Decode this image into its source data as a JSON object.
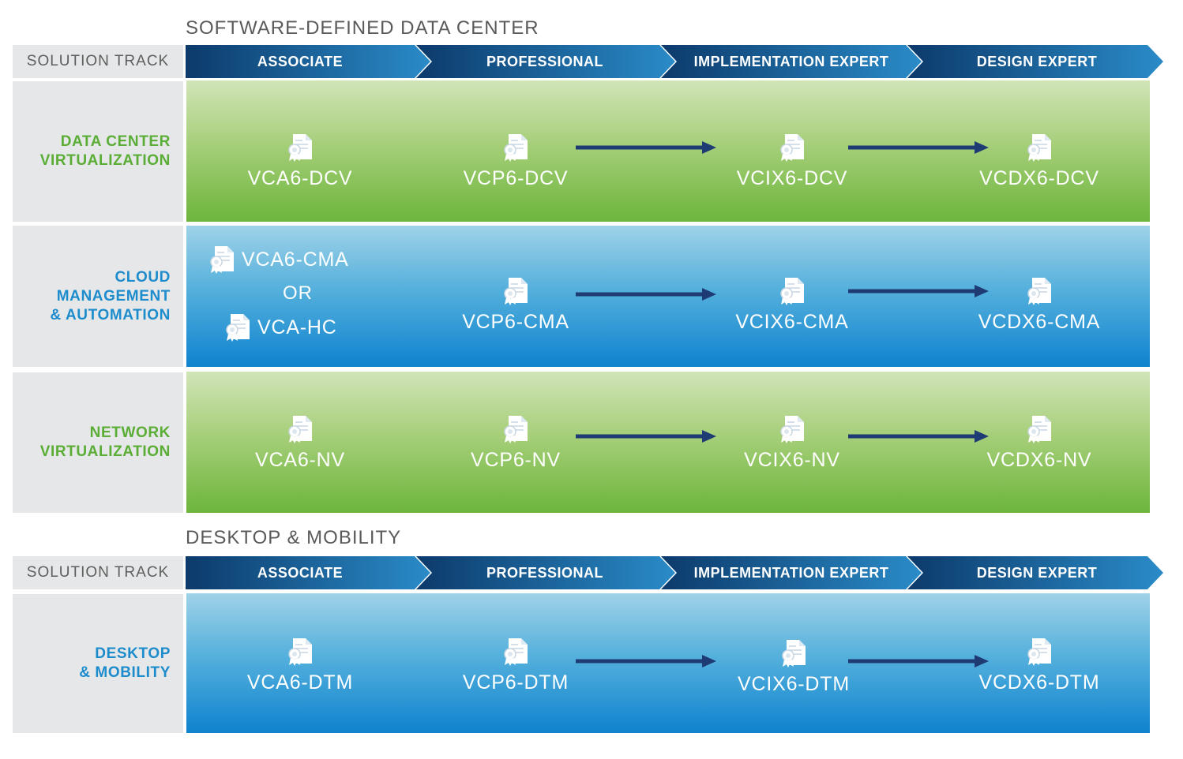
{
  "sections": [
    {
      "title": "SOFTWARE-DEFINED DATA CENTER",
      "track_label": "SOLUTION TRACK",
      "stages": [
        "ASSOCIATE",
        "PROFESSIONAL",
        "IMPLEMENTATION EXPERT",
        "DESIGN EXPERT"
      ],
      "rows": [
        {
          "label_lines": [
            "DATA CENTER",
            "VIRTUALIZATION"
          ],
          "associate": "VCA6-DCV",
          "professional": "VCP6-DCV",
          "implementation": "VCIX6-DCV",
          "design": "VCDX6-DCV"
        },
        {
          "label_lines": [
            "CLOUD",
            "MANAGEMENT",
            "& AUTOMATION"
          ],
          "associate_a": "VCA6-CMA",
          "associate_or": "OR",
          "associate_b": "VCA-HC",
          "professional": "VCP6-CMA",
          "implementation": "VCIX6-CMA",
          "design": "VCDX6-CMA"
        },
        {
          "label_lines": [
            "NETWORK",
            "VIRTUALIZATION"
          ],
          "associate": "VCA6-NV",
          "professional": "VCP6-NV",
          "implementation": "VCIX6-NV",
          "design": "VCDX6-NV"
        }
      ]
    },
    {
      "title": "DESKTOP & MOBILITY",
      "track_label": "SOLUTION TRACK",
      "stages": [
        "ASSOCIATE",
        "PROFESSIONAL",
        "IMPLEMENTATION EXPERT",
        "DESIGN EXPERT"
      ],
      "rows": [
        {
          "label_lines": [
            "DESKTOP",
            "& MOBILITY"
          ],
          "associate": "VCA6-DTM",
          "professional": "VCP6-DTM",
          "implementation": "VCIX6-DTM",
          "design": "VCDX6-DTM"
        }
      ]
    }
  ],
  "colors": {
    "header_dark": "#0c3a6b",
    "header_light": "#2a8bc8",
    "green_text": "#5aad35",
    "blue_text": "#1d8ccc",
    "arrow": "#1f3b73",
    "label_bg": "#e6e7e8"
  },
  "icon": "certificate-icon"
}
